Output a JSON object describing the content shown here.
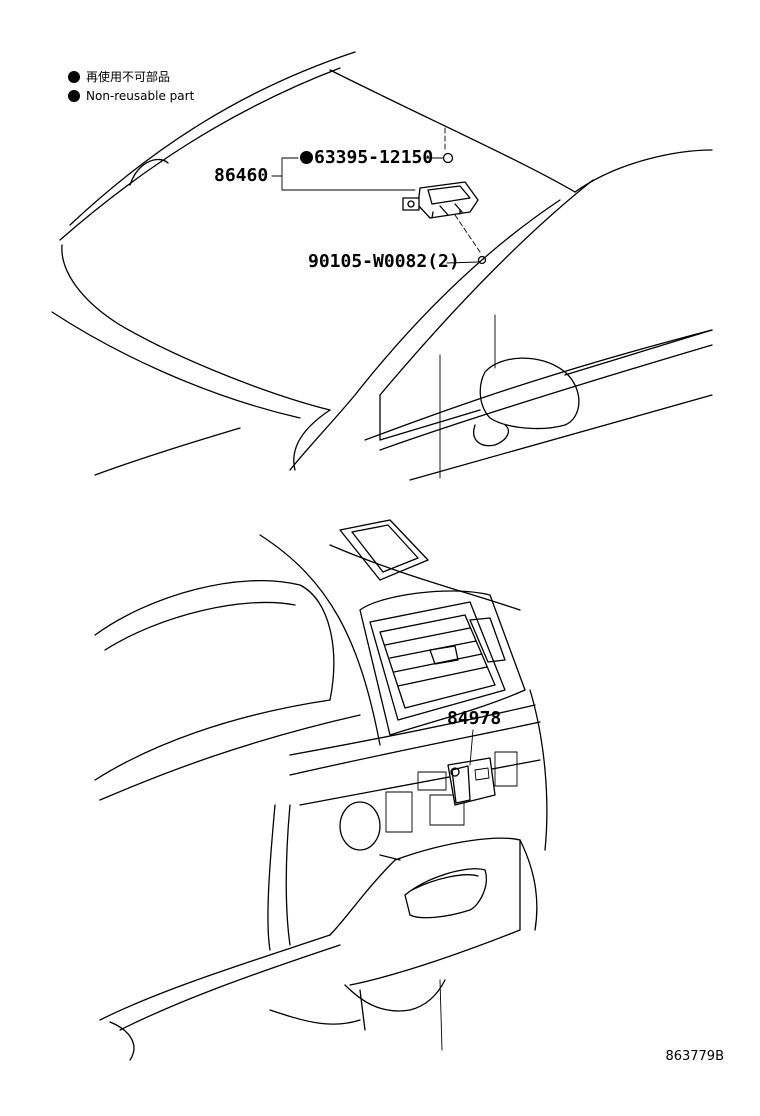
{
  "legend": [
    {
      "text": "再使用不可部品"
    },
    {
      "text": "Non-reusable part"
    }
  ],
  "parts": {
    "assembly": "86460",
    "clip": "63395-12150",
    "screw": "90105-W0082(2)",
    "switch": "84978"
  },
  "figure_id": "863779B"
}
